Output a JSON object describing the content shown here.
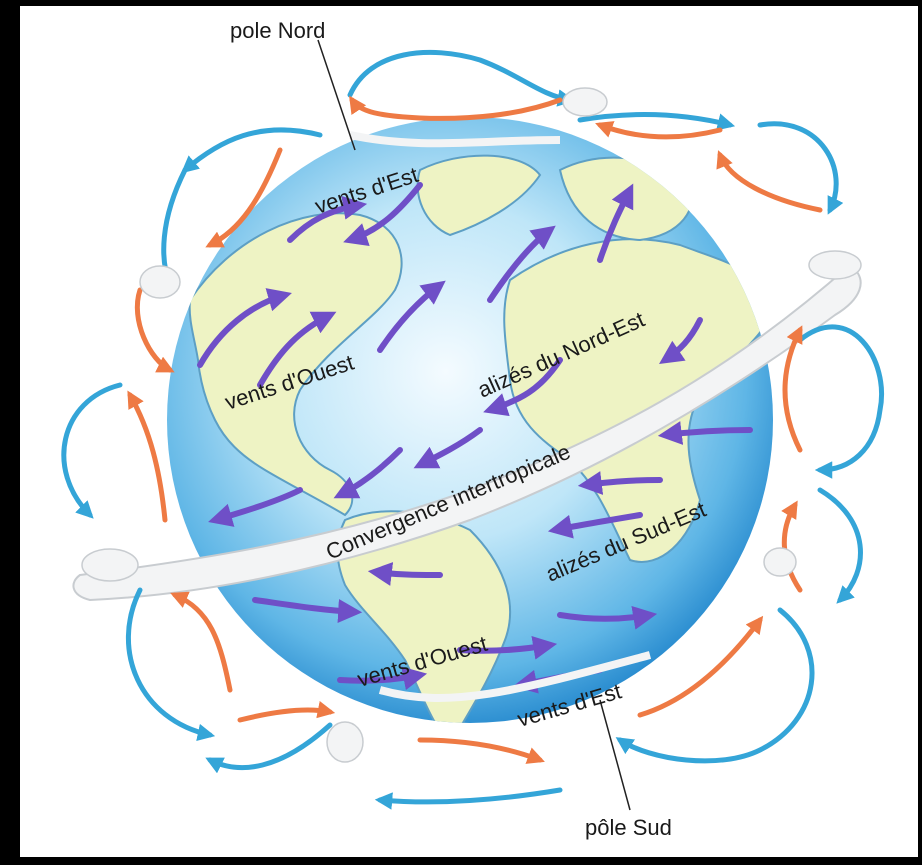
{
  "labels": {
    "north_pole": "pole Nord",
    "south_pole": "pôle Sud",
    "east_winds_north": "vents  d'Est",
    "west_winds_north": "vents  d'Ouest",
    "ne_trades": "alizés du Nord-Est",
    "itcz": "Convergence intertropicale",
    "se_trades": "alizés du Sud-Est",
    "west_winds_south": "vents  d'Ouest",
    "east_winds_south": "vents  d'Est"
  },
  "colors": {
    "ocean_light": "#dff2fb",
    "ocean_mid": "#8fd0f0",
    "ocean_dark": "#1c86cf",
    "land": "#eef3c4",
    "coast": "#5d9fc4",
    "wind_arrow": "#6f4fc7",
    "cell_blue": "#34a5d8",
    "cell_orange": "#ee7a44",
    "cloud": "#f3f4f5"
  }
}
